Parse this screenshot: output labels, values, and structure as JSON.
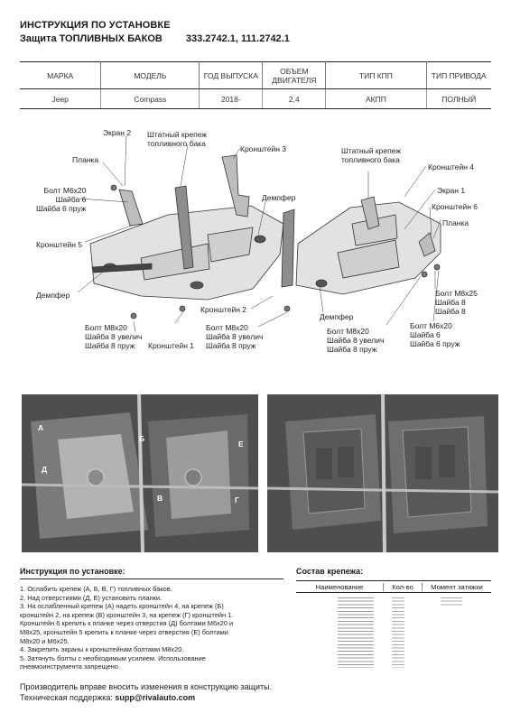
{
  "header": {
    "title": "ИНСТРУКЦИЯ ПО УСТАНОВКЕ",
    "product": "Защита ТОПЛИВНЫХ БАКОВ",
    "codes": "333.2742.1, 111.2742.1"
  },
  "spec_table": {
    "headers": [
      "МАРКА",
      "МОДЕЛЬ",
      "ГОД ВЫПУСКА",
      "ОБЪЕМ ДВИГАТЕЛЯ",
      "ТИП КПП",
      "ТИП ПРИВОДА"
    ],
    "row": [
      "Jeep",
      "Compass",
      "2018-",
      "2,4",
      "АКПП",
      "ПОЛНЫЙ"
    ]
  },
  "diagram_labels": {
    "ekran2": "Экран 2",
    "shtatny_left": "Штатный крепеж\nтопливного бака",
    "kronshtein3": "Кронштейн 3",
    "planka_left": "Планка",
    "bolt_m6_left": "Болт М6х20\nШайба 6\nШайба 6 пруж",
    "kronshtein5": "Кронштейн 5",
    "dempfer_left": "Демпфер",
    "bolt_m8_left": "Болт М8х20\nШайба 8 увелич\nШайба 8 пруж",
    "kronshtein1": "Кронштейн 1",
    "dempfer_top": "Демпфер",
    "kronshtein2": "Кронштейн 2",
    "bolt_m8_mid": "Болт М8х20\nШайба 8 увелич\nШайба 8 пруж",
    "shtatny_right": "Штатный крепеж\nтопливного бака",
    "kronshtein4": "Кронштейн 4",
    "ekran1": "Экран 1",
    "kronshtein6": "Кронштейн 6",
    "planka_right": "Планка",
    "bolt_m8x25": "Болт М8х25\nШайба 8\nШайба 8",
    "dempfer_right": "Демпфер",
    "bolt_m8_right": "Болт М8х20\nШайба 8 увелич\nШайба 8 пруж",
    "bolt_m6_right": "Болт М6х20\nШайба 6\nШайба 6 пруж"
  },
  "photo_labels": {
    "left": [
      "А",
      "Д",
      "Б",
      "Е",
      "В",
      "Г"
    ]
  },
  "instructions": {
    "title": "Инструкция по установке:",
    "lines": [
      "1. Ослабить крепеж (А, Б, В, Г) топливных баков.",
      "2. Над отверстиями (Д, Е) установить планки.",
      "3. На ослабленный крепеж (А) надеть кронштейн 4, на крепеж (Б)",
      "кронштейн 2, на крепеж (В) кронштейн 3, на крепеж (Г) кронштейн 1.",
      "Кронштейн 6 крепить к планке через отверстия (Д) болтами М6х20 и",
      "М8х25, кронштейн 5 крепить к планке через отверстия (Е) болтами",
      "М8х20 и М6х25.",
      "4. Закрепить экраны к кронштейнам болтами М8х20.",
      "5. Затянуть болты с необходимым усилием. Использование",
      "пневмоинструмента запрещено."
    ]
  },
  "composition": {
    "title": "Состав крепежа:",
    "headers": [
      "Наименование",
      "Кол-во",
      "Момент затяжки"
    ]
  },
  "footer": {
    "line1": "Производитель вправе вносить изменения в конструкцию защиты.",
    "support_label": "Техническая поддержка:",
    "support_email": "supp@rivalauto.com"
  },
  "colors": {
    "metal": "#d8d8d8",
    "metal_dark": "#a9a9a9",
    "photo_bg": "#5a5a5a",
    "accent": "#c8342a"
  }
}
